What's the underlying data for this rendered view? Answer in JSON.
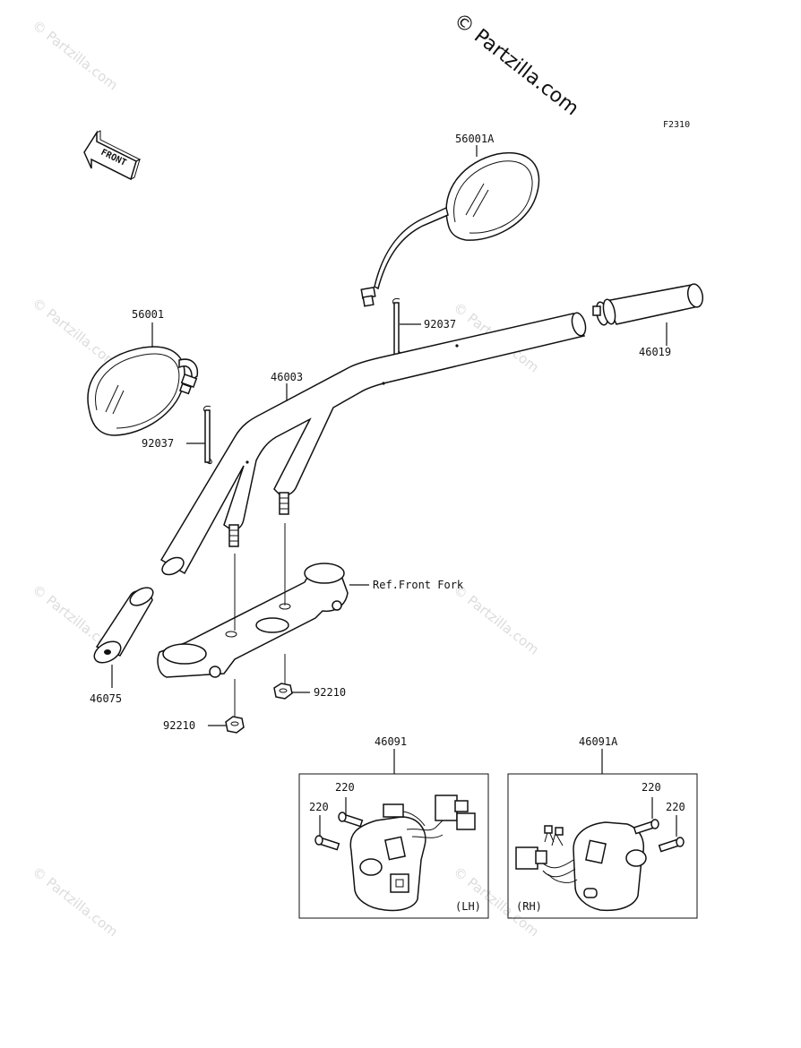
{
  "copyright": "© Partzilla.com",
  "watermark": "© Partzilla.com",
  "figure_code": "F2310",
  "front_arrow_label": "FRONT",
  "callouts": {
    "mirror_right": "56001A",
    "mirror_left": "56001",
    "band_right": "92037",
    "band_left": "92037",
    "handlebar": "46003",
    "grip_right": "46019",
    "grip_left": "46075",
    "ref_front_fork": "Ref.Front Fork",
    "nut_right": "92210",
    "nut_left": "92210",
    "switch_lh": "46091",
    "switch_rh": "46091A",
    "screw_lh_1": "220",
    "screw_lh_2": "220",
    "screw_rh_1": "220",
    "screw_rh_2": "220",
    "lh_tag": "(LH)",
    "rh_tag": "(RH)"
  }
}
